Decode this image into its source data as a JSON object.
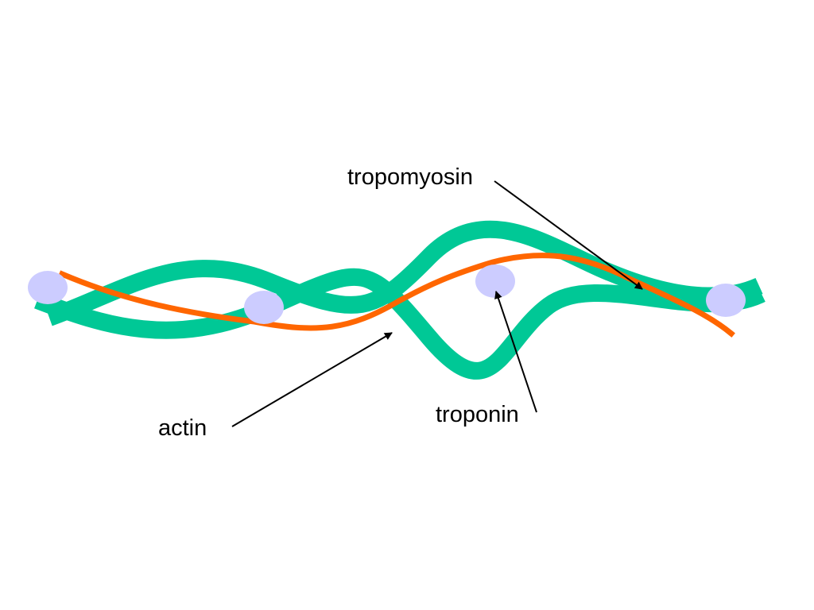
{
  "labels": {
    "tropomyosin": "tropomyosin",
    "troponin": "troponin",
    "actin": "actin"
  },
  "colors": {
    "actin": "#00c896",
    "tropomyosin": "#ff6600",
    "troponin": "#ccccff",
    "pointer": "#000000",
    "background": "#ffffff"
  }
}
